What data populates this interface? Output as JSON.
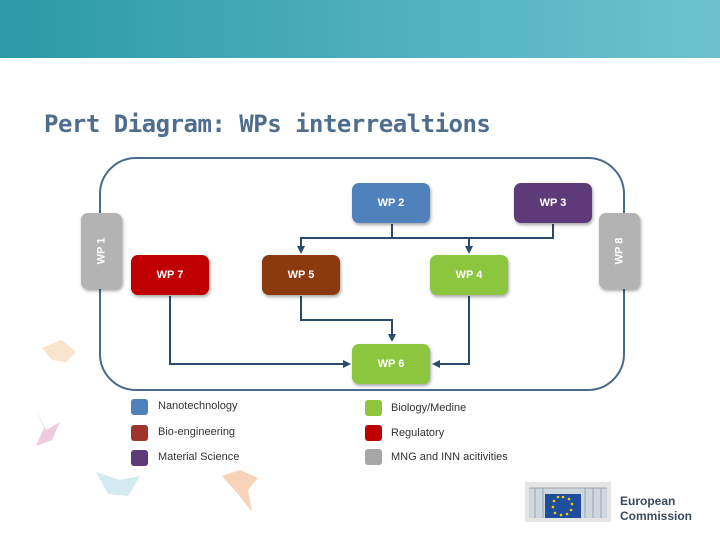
{
  "slide": {
    "title": "Pert Diagram: WPs interrealtions"
  },
  "work_packages": {
    "wp1": {
      "label": "WP 1",
      "color": "#b3b3b3"
    },
    "wp2": {
      "label": "WP 2",
      "color": "#4f81bd"
    },
    "wp3": {
      "label": "WP 3",
      "color": "#5e3a78"
    },
    "wp4": {
      "label": "WP 4",
      "color": "#8cc63e"
    },
    "wp5": {
      "label": "WP 5",
      "color": "#8b3a0e"
    },
    "wp6": {
      "label": "WP 6",
      "color": "#8cc63e"
    },
    "wp7": {
      "label": "WP 7",
      "color": "#c00000"
    },
    "wp8": {
      "label": "WP 8",
      "color": "#b3b3b3"
    }
  },
  "legend": [
    {
      "label": "Nanotechnology",
      "color": "#4f81bd"
    },
    {
      "label": "Bio-engineering",
      "color": "#a0342a"
    },
    {
      "label": "Material Science",
      "color": "#5e3a78"
    },
    {
      "label": "Biology/Medine",
      "color": "#8cc63e"
    },
    {
      "label": "Regulatory",
      "color": "#c00000"
    },
    {
      "label": "MNG and  INN acitivities",
      "color": "#a6a6a6"
    }
  ],
  "logo": {
    "line1": "European",
    "line2": "Commission"
  }
}
